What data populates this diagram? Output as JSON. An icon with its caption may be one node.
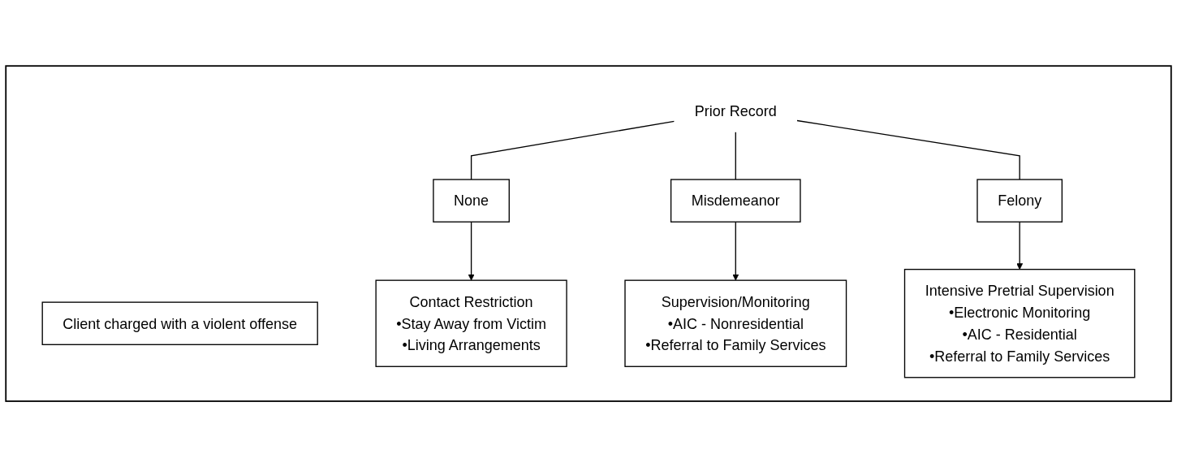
{
  "diagram": {
    "nodes": [
      {
        "text": [],
        "shape": "box"
      },
      {
        "text": [
          "Client charged with a violent offense"
        ],
        "in": 0
      },
      {
        "text": [
          "Prior Record"
        ],
        "in": 0
      },
      {
        "text": [
          "None"
        ],
        "in": 0
      },
      {
        "text": [
          "Misdemeanor"
        ],
        "in": 0
      },
      {
        "text": [
          "Felony"
        ],
        "in": 0
      },
      {
        "text": [
          "Contact Restriction",
          "•Stay Away from Victim",
          "•Living Arrangements"
        ],
        "in": 0
      },
      {
        "text": [
          "Supervision/Monitoring",
          "•AIC - Nonresidential",
          "•Referral to Family Services"
        ],
        "in": 0
      },
      {
        "text": [
          "Intensive Pretrial Supervision",
          "•Electronic Monitoring",
          "•AIC - Residential",
          "•Referral to Family Services"
        ],
        "in": 0
      }
    ],
    "edges": [
      {
        "from": 2,
        "to": 3,
        "arrow": "none"
      },
      {
        "from": 2,
        "to": 4,
        "arrow": "none"
      },
      {
        "from": 2,
        "to": 5,
        "arrow": "none"
      },
      {
        "from": 3,
        "to": 6,
        "arrow": "to"
      },
      {
        "from": 4,
        "to": 7,
        "arrow": "to"
      },
      {
        "from": 5,
        "to": 8,
        "arrow": "to"
      }
    ]
  }
}
